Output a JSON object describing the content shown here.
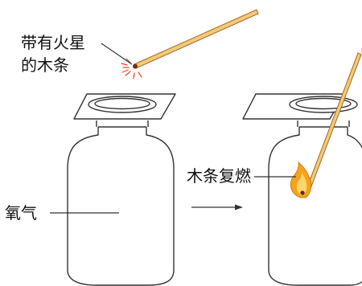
{
  "labels": {
    "splint_glowing_line1": "带有火星",
    "splint_glowing_line2": "的木条",
    "oxygen": "氧气",
    "splint_reignites": "木条复燃"
  },
  "colors": {
    "outline": "#333333",
    "splint_fill": "#f4c97a",
    "splint_edge": "#a06a1e",
    "spark": "#e2462b",
    "flame_outer": "#f6a31b",
    "flame_inner": "#ffd76a"
  },
  "icons": {
    "arrow": "right-arrow-icon",
    "spark": "spark-icon",
    "flame": "flame-icon"
  }
}
